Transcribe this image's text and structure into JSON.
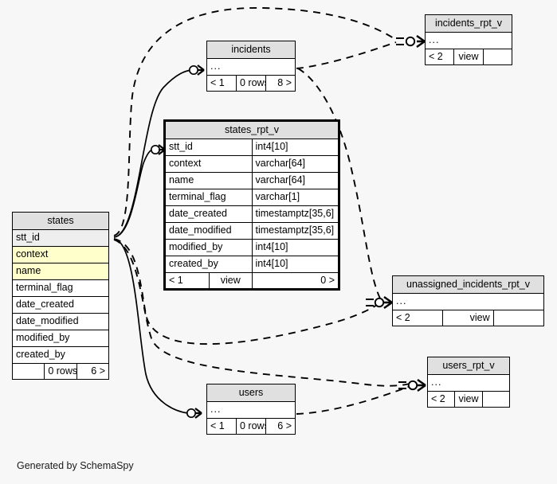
{
  "diagram": {
    "footer_note": "Generated by SchemaSpy",
    "background_color": "#f7f7f7",
    "focus_table": "states_rpt_v",
    "index_highlight_color": "#ffffcc",
    "pk_highlight_color": "#eeeeee",
    "title_bar_color": "#e0e0e0",
    "border_color": "#000000"
  },
  "tables": {
    "states_rpt_v": {
      "name": "states_rpt_v",
      "columns": [
        {
          "name": "stt_id",
          "type": "int4[10]"
        },
        {
          "name": "context",
          "type": "varchar[64]"
        },
        {
          "name": "name",
          "type": "varchar[64]"
        },
        {
          "name": "terminal_flag",
          "type": "varchar[1]"
        },
        {
          "name": "date_created",
          "type": "timestamptz[35,6]"
        },
        {
          "name": "date_modified",
          "type": "timestamptz[35,6]"
        },
        {
          "name": "modified_by",
          "type": "int4[10]"
        },
        {
          "name": "created_by",
          "type": "int4[10]"
        }
      ],
      "footer": {
        "left": "< 1",
        "center": "view",
        "right": "0 >"
      }
    },
    "states": {
      "name": "states",
      "columns": [
        {
          "name": "stt_id",
          "style": "pk"
        },
        {
          "name": "context",
          "style": "idx"
        },
        {
          "name": "name",
          "style": "idx"
        },
        {
          "name": "terminal_flag",
          "style": ""
        },
        {
          "name": "date_created",
          "style": ""
        },
        {
          "name": "date_modified",
          "style": ""
        },
        {
          "name": "modified_by",
          "style": ""
        },
        {
          "name": "created_by",
          "style": ""
        }
      ],
      "footer": {
        "left": "",
        "center": "0 rows",
        "right": "6 >"
      }
    },
    "incidents": {
      "name": "incidents",
      "body": "...",
      "footer": {
        "left": "< 1",
        "center": "0 rows",
        "right": "8 >"
      }
    },
    "users": {
      "name": "users",
      "body": "...",
      "footer": {
        "left": "< 1",
        "center": "0 rows",
        "right": "6 >"
      }
    },
    "incidents_rpt_v": {
      "name": "incidents_rpt_v",
      "body": "...",
      "footer": {
        "left": "< 2",
        "center": "view",
        "right": ""
      }
    },
    "unassigned_incidents_rpt_v": {
      "name": "unassigned_incidents_rpt_v",
      "body": "...",
      "footer": {
        "left": "< 2",
        "center": "view",
        "right": ""
      }
    },
    "users_rpt_v": {
      "name": "users_rpt_v",
      "body": "...",
      "footer": {
        "left": "< 2",
        "center": "view",
        "right": ""
      }
    }
  },
  "relationships": [
    {
      "from": "states",
      "to": "incidents",
      "style": "solid"
    },
    {
      "from": "states",
      "to": "states_rpt_v",
      "style": "solid"
    },
    {
      "from": "states",
      "to": "users",
      "style": "solid"
    },
    {
      "from": "states",
      "to": "incidents_rpt_v",
      "style": "dashed"
    },
    {
      "from": "states",
      "to": "unassigned_incidents_rpt_v",
      "style": "dashed"
    },
    {
      "from": "states",
      "to": "users_rpt_v",
      "style": "dashed"
    },
    {
      "from": "incidents",
      "to": "incidents_rpt_v",
      "style": "dashed"
    },
    {
      "from": "incidents",
      "to": "unassigned_incidents_rpt_v",
      "style": "dashed"
    },
    {
      "from": "users",
      "to": "users_rpt_v",
      "style": "dashed"
    }
  ]
}
